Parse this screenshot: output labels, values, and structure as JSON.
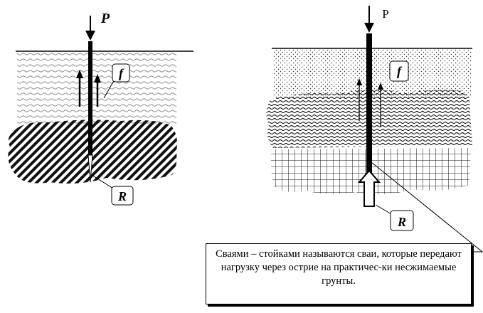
{
  "left_diagram": {
    "load_label": "P",
    "friction_label": "f",
    "tip_reaction_label": "R"
  },
  "right_diagram": {
    "load_label": "P",
    "friction_label": "f",
    "tip_reaction_label": "R"
  },
  "caption": {
    "text": "Сваями – стойками называются сваи, которые передают нагрузку через острие на практичес-ки несжимаемые грунты."
  }
}
